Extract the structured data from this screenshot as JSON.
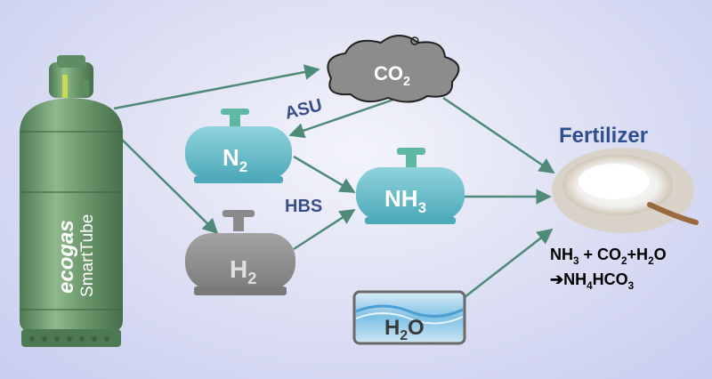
{
  "cylinder": {
    "brand": "ecogas",
    "product": "SmartTube",
    "colors": {
      "body": "#6e9a6e",
      "body_dark": "#4d7a53",
      "body_light": "#9cc29a"
    }
  },
  "nodes": {
    "co2": {
      "main": "CO",
      "sub": "2"
    },
    "n2": {
      "main": "N",
      "sub": "2"
    },
    "h2": {
      "main": "H",
      "sub": "2"
    },
    "nh3": {
      "main": "NH",
      "sub": "3"
    },
    "h2o": {
      "main": "H",
      "sub": "2",
      "tail": "O"
    }
  },
  "process_labels": {
    "asu": "ASU",
    "hbs": "HBS"
  },
  "fertilizer": {
    "title": "Fertilizer",
    "eq1": {
      "a": "NH",
      "a_sub": "3",
      "b": " + CO",
      "b_sub": "2",
      "c": "+H",
      "c_sub": "2",
      "d": "O"
    },
    "eq2": {
      "arrow": "➔",
      "a": "NH",
      "a_sub": "4",
      "b": "HCO",
      "b_sub": "3"
    }
  },
  "colors": {
    "arrow": "#4f8a78",
    "tank_blue": "#6cc0cc",
    "tank_blue_dark": "#3f98a8",
    "tank_gray": "#8e8e8e",
    "cloud": "#8c8c8c",
    "title_blue": "#2f4f8f",
    "label_blue": "#3a4f88"
  }
}
